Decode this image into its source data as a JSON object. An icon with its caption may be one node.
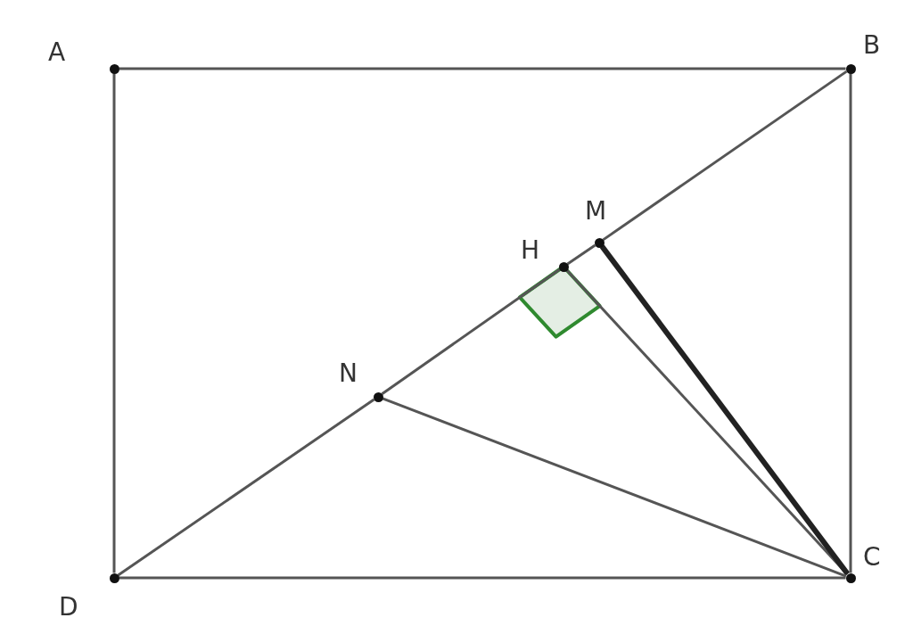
{
  "diagram": {
    "nodes": [
      {
        "text": [
          "A"
        ]
      },
      {
        "text": [
          "B"
        ]
      },
      {
        "text": [
          "M"
        ]
      },
      {
        "text": [
          "H"
        ]
      },
      {
        "text": [
          "N"
        ]
      },
      {
        "text": [
          "C"
        ]
      },
      {
        "text": [
          "D"
        ]
      },
      {
        "text": [],
        "shape": "square"
      }
    ],
    "edges": [
      {
        "from": 0,
        "to": 1,
        "arrow": "none"
      },
      {
        "from": 1,
        "to": 5,
        "arrow": "none"
      },
      {
        "from": 5,
        "to": 6,
        "arrow": "none"
      },
      {
        "from": 6,
        "to": 0,
        "arrow": "none"
      },
      {
        "from": 1,
        "to": 2,
        "arrow": "none"
      },
      {
        "from": 2,
        "to": 3,
        "arrow": "none"
      },
      {
        "from": 3,
        "to": 4,
        "arrow": "none"
      },
      {
        "from": 4,
        "to": 6,
        "arrow": "none"
      },
      {
        "from": 5,
        "to": 3,
        "arrow": "none"
      },
      {
        "from": 5,
        "to": 2,
        "arrow": "none",
        "style": "thick"
      },
      {
        "from": 5,
        "to": 4,
        "arrow": "none"
      }
    ]
  }
}
